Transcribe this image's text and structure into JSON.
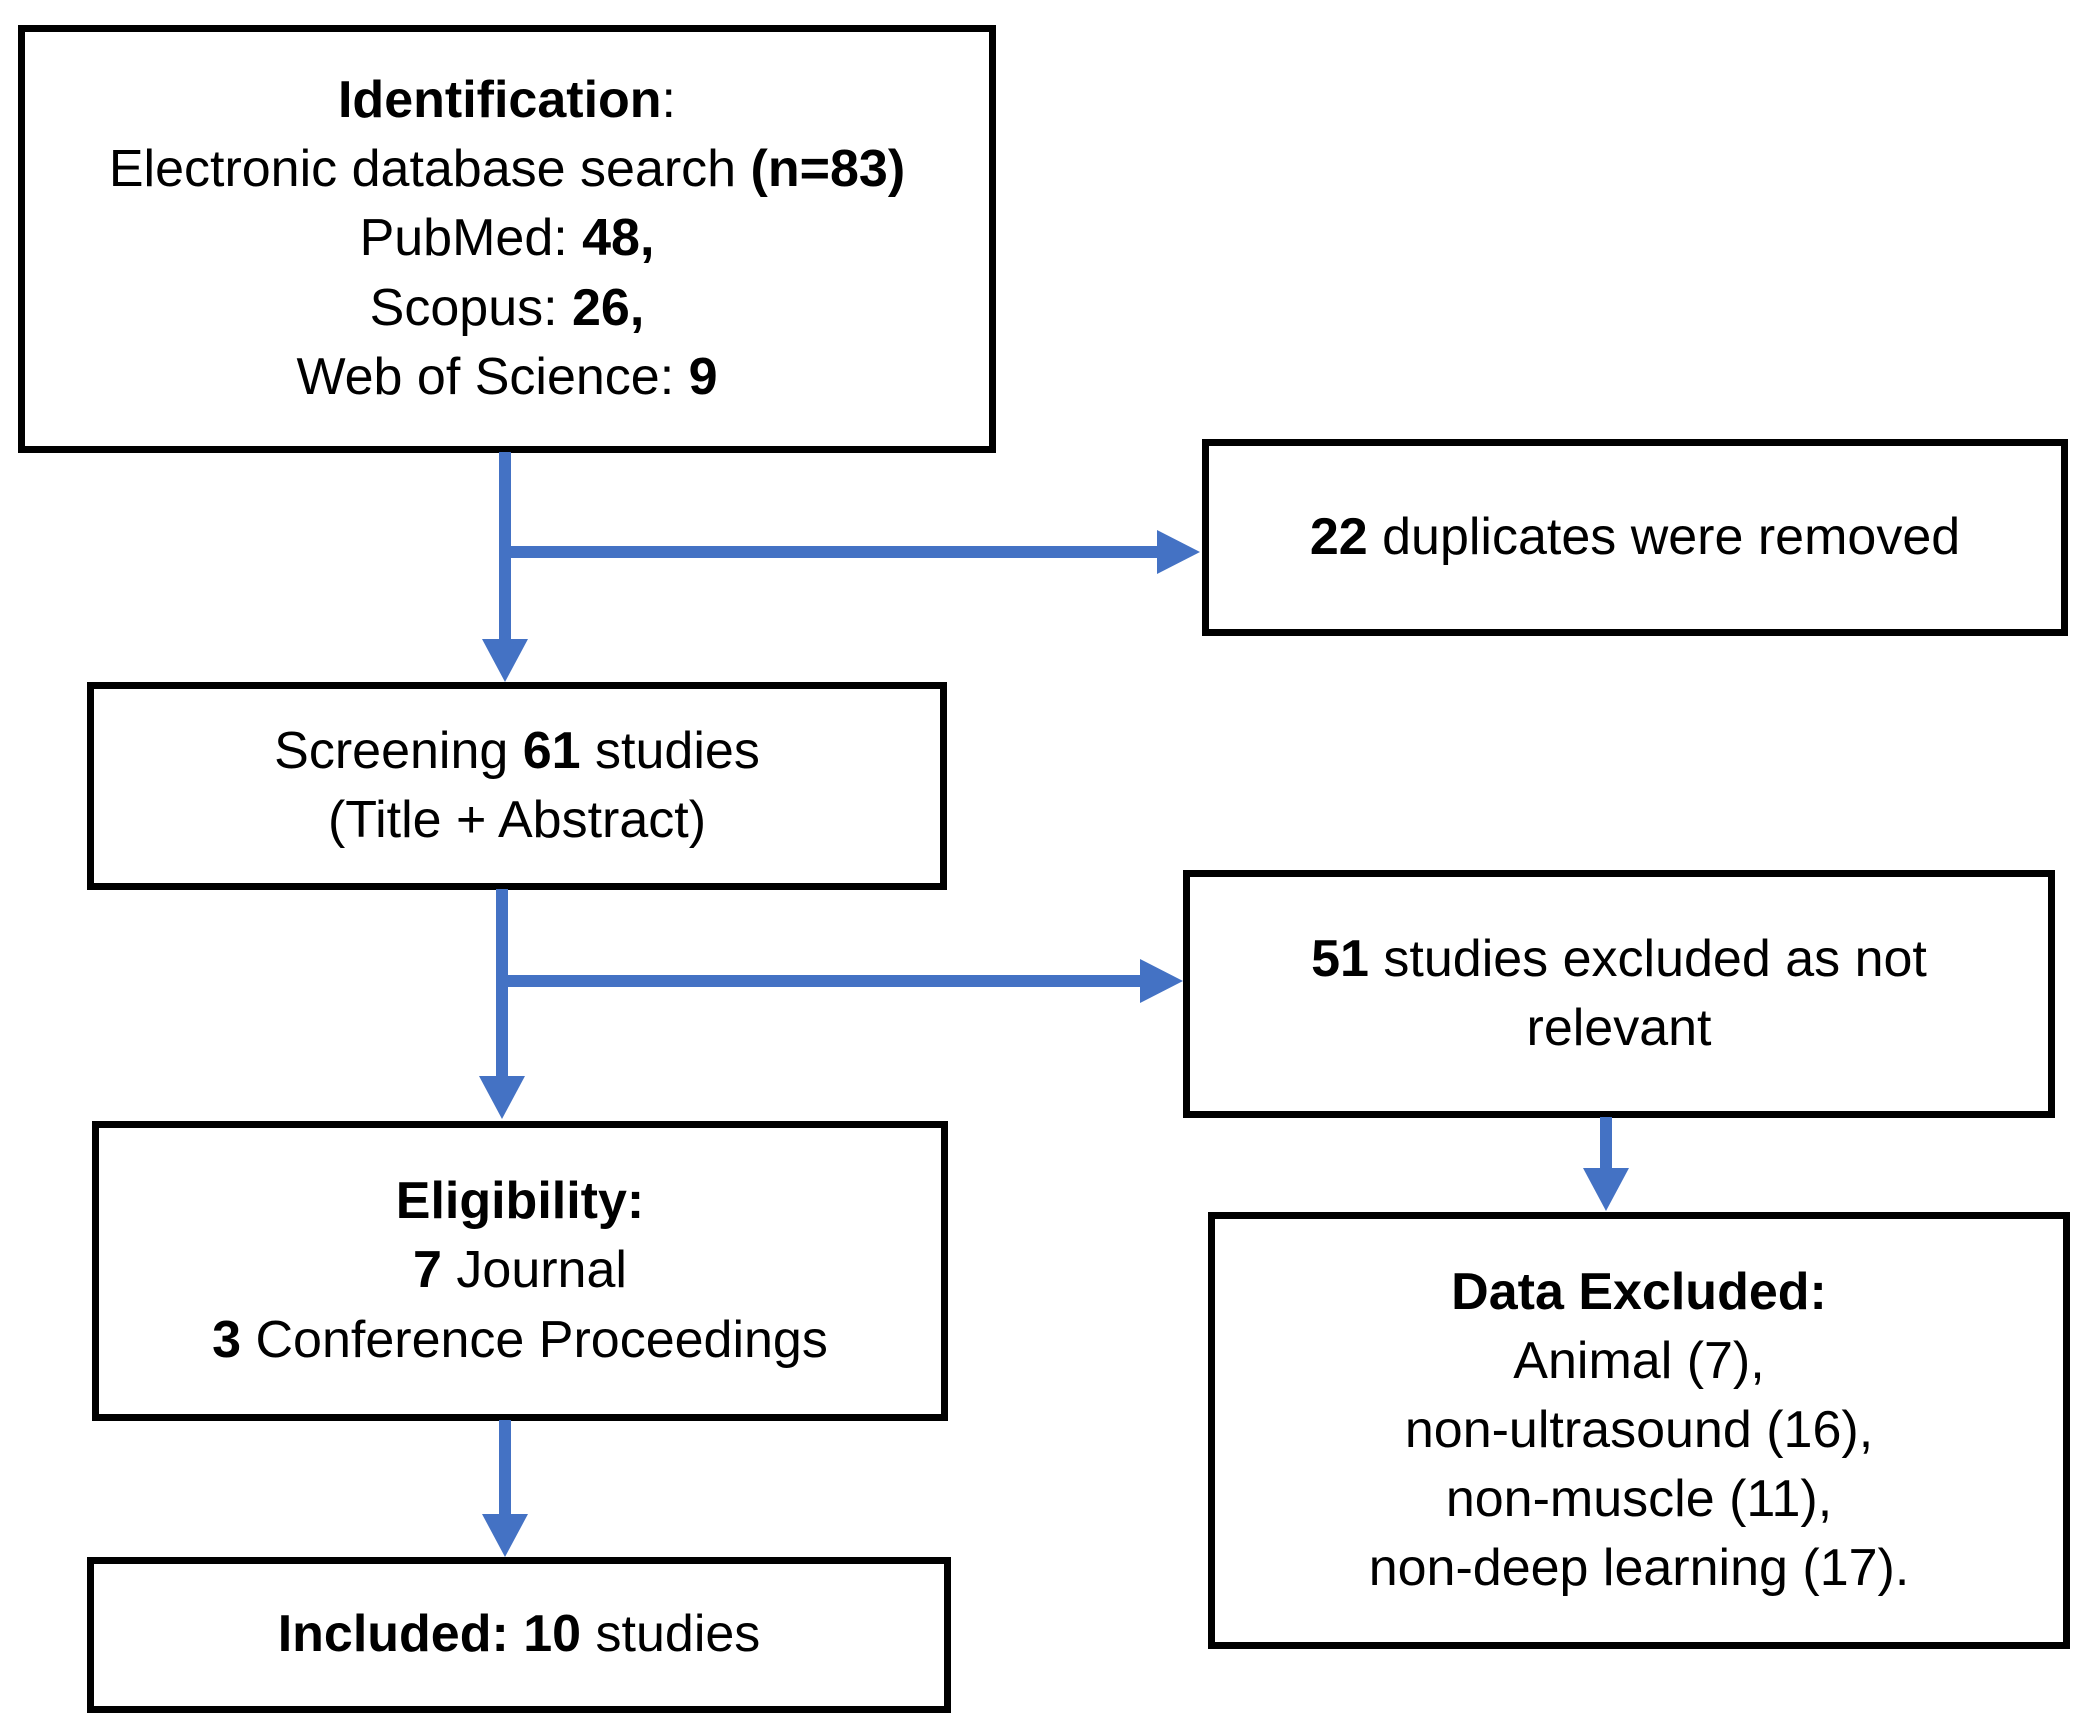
{
  "colors": {
    "arrow": "#4472C4",
    "border": "#000000",
    "background": "#ffffff",
    "text": "#000000"
  },
  "identification": {
    "heading": "Identification",
    "heading_colon": ":",
    "search_pre": "Electronic database search ",
    "search_n": "(n=83)",
    "pubmed_label": "PubMed: ",
    "pubmed_count": "48,",
    "scopus_label": "Scopus: ",
    "scopus_count": "26,",
    "wos_label": "Web of Science: ",
    "wos_count": "9"
  },
  "duplicates": {
    "count": "22",
    "rest": " duplicates were removed"
  },
  "screening": {
    "line1_pre": "Screening ",
    "line1_count": "61",
    "line1_post": " studies",
    "line2": "(Title + Abstract)"
  },
  "excluded": {
    "count": "51",
    "rest_line1": " studies excluded as not",
    "rest_line2": "relevant"
  },
  "eligibility": {
    "heading": "Eligibility:",
    "journal_count": "7",
    "journal_label": " Journal",
    "conference_count": "3",
    "conference_label": " Conference Proceedings"
  },
  "data_excluded": {
    "heading": "Data Excluded:",
    "items": [
      "Animal (7),",
      "non-ultrasound (16),",
      "non-muscle (11),",
      "non-deep learning (17)."
    ]
  },
  "included": {
    "bold": "Included: 10",
    "rest": " studies"
  }
}
